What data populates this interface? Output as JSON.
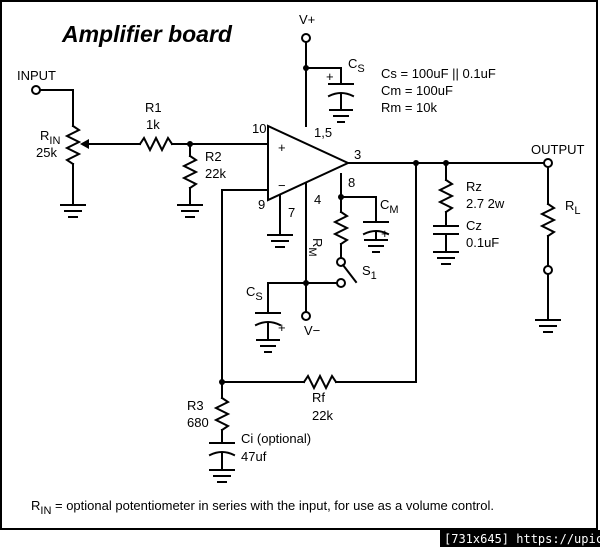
{
  "title": "Amplifier board",
  "labels": {
    "vplus": "V+",
    "vminus": "V−",
    "input": "INPUT",
    "output": "OUTPUT",
    "rin_main": "R",
    "rin_sub": "IN",
    "rin_value": "25k",
    "r1_name": "R1",
    "r1_value": "1k",
    "r2_name": "R2",
    "r2_value": "22k",
    "pin10": "10",
    "pin15": "1,5",
    "pin3": "3",
    "pin8": "8",
    "pin4": "4",
    "pin9": "9",
    "pin7": "7",
    "plus_sign": "+",
    "minus_sign": "−",
    "cs_main": "C",
    "cs_sub": "S",
    "cm_main": "C",
    "cm_sub": "M",
    "rm_main": "R",
    "rm_sub": "M",
    "s1_main": "S",
    "s1_sub": "1",
    "rz_name": "Rz",
    "rz_value": "2.7 2w",
    "cz_name": "Cz",
    "cz_value": "0.1uF",
    "rl_main": "R",
    "rl_sub": "L",
    "r3_name": "R3",
    "r3_value": "680",
    "rf_name": "Rf",
    "rf_value": "22k",
    "ci_name": "Ci (optional)",
    "ci_value": "47uf"
  },
  "notes": {
    "cs": "Cs = 100uF || 0.1uF",
    "cm": "Cm = 100uF",
    "rm": "Rm = 10k"
  },
  "footer": {
    "rin_main": "R",
    "rin_sub": "IN",
    "text": " = optional potentiometer in series with the input, for use as a volume control."
  },
  "badge": "[731x645] https://upic.me/"
}
